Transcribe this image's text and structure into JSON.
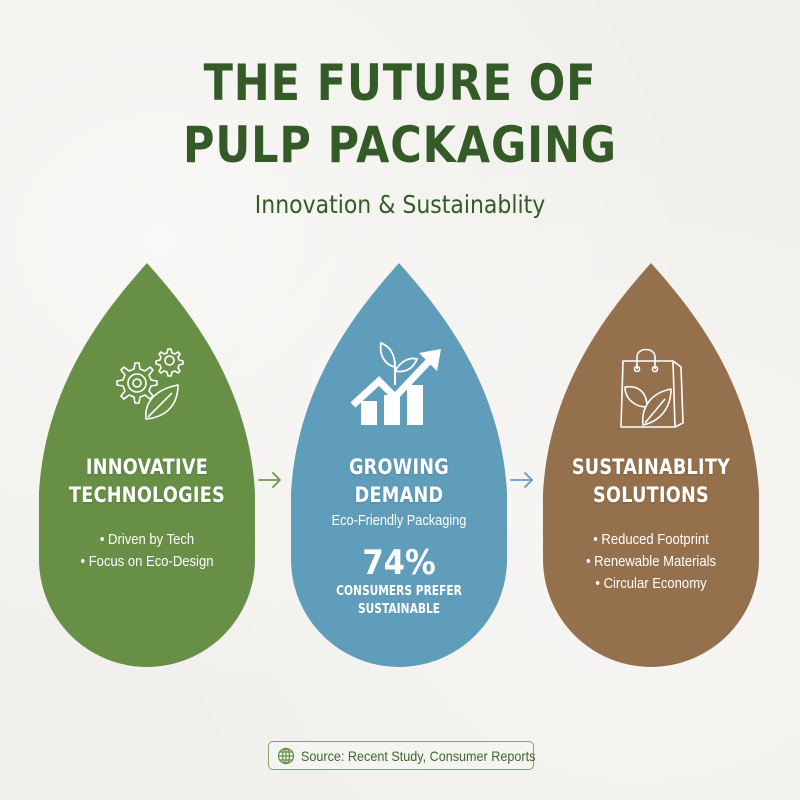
{
  "header": {
    "title_line1": "THE FUTURE OF",
    "title_line2": "PULP PACKAGING",
    "subtitle": "Innovation & Sustainablity",
    "color": "#345a28"
  },
  "cards": [
    {
      "icon": "gears-leaf-icon",
      "color": "#678f46",
      "heading_line1": "INNOVATIVE",
      "heading_line2": "TECHNOLOGIES",
      "bullets": [
        "Driven by Tech",
        "Focus on Eco-Design"
      ]
    },
    {
      "icon": "growth-chart-sprout-icon",
      "color": "#5f9dbb",
      "heading_line1": "GROWING",
      "heading_line2": "DEMAND",
      "tagline": "Eco-Friendly Packaging",
      "stat_value": "74%",
      "stat_label_line1": "CONSUMERS PREFER",
      "stat_label_line2": "SUSTAINABLE"
    },
    {
      "icon": "shopping-bag-leaf-icon",
      "color": "#94704c",
      "heading_line1": "SUSTAINABLITY",
      "heading_line2": "SOLUTIONS",
      "bullets": [
        "Reduced Footprint",
        "Renewable Materials",
        "Circular Economy"
      ]
    }
  ],
  "arrows": [
    {
      "icon": "arrow-right-icon",
      "color": "#6a9a4c"
    },
    {
      "icon": "arrow-right-icon",
      "color": "#5f9dc8"
    }
  ],
  "footer": {
    "icon": "globe-icon",
    "source": "Source: Recent Study, Consumer Reports",
    "border_color": "#7ea768"
  }
}
